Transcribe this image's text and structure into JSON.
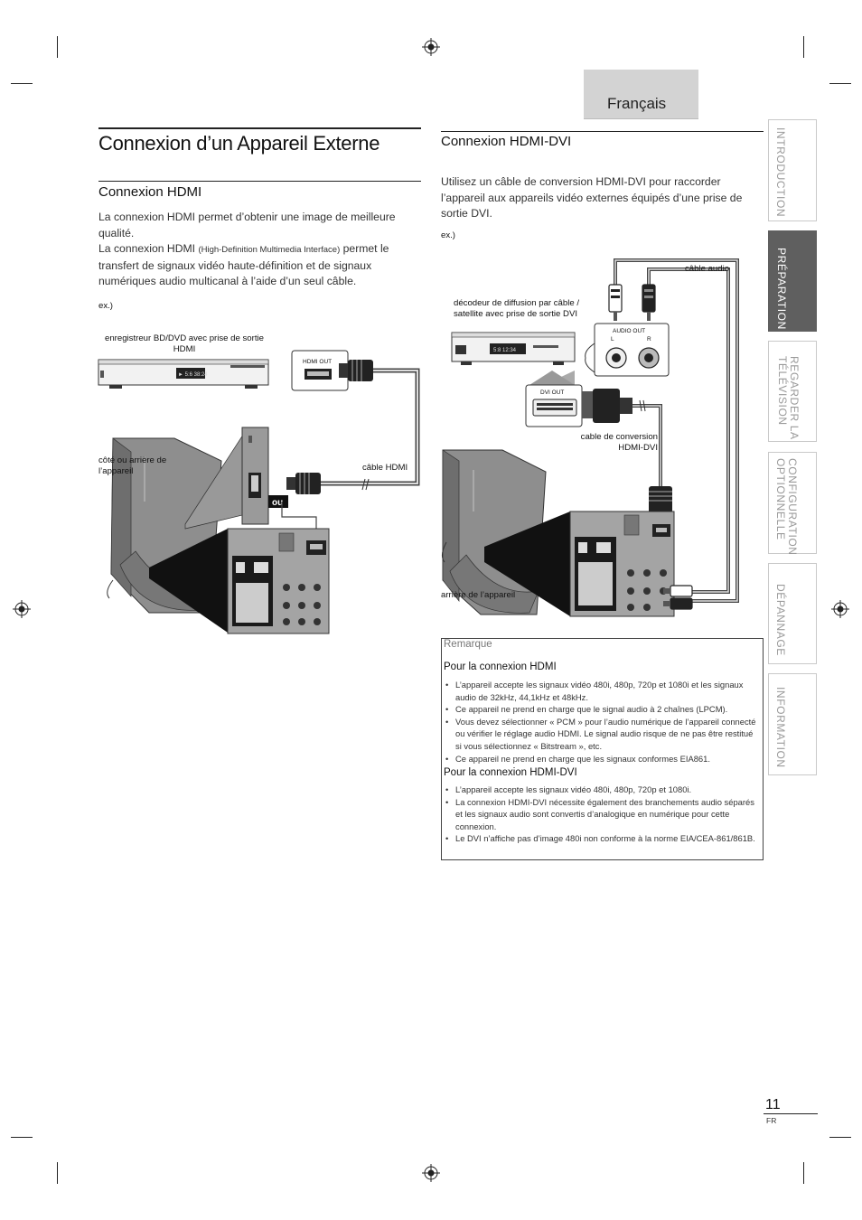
{
  "language_tab": "Français",
  "title": "Connexion d’un Appareil Externe",
  "hdmi": {
    "heading": "Connexion HDMI",
    "p1": "La connexion HDMI permet d’obtenir une image de meilleure qualité.",
    "p2_pre": "La connexion HDMI",
    "p2_small": "(High-Definition Multimedia Interface)",
    "p2_post": "permet le transfert de signaux vidéo haute-définition et de signaux numériques audio multicanal à l’aide d’un seul câble.",
    "ex": "ex.)",
    "label_recorder": "enregistreur BD/DVD avec prise de sortie HDMI",
    "label_hdmi_out": "HDMI OUT",
    "label_side": "côté ou arrière de l’appareil",
    "label_cable": "câble HDMI",
    "label_ou": "ou",
    "display_readout": "► 5:6 38:24"
  },
  "hdmi_dvi": {
    "heading": "Connexion HDMI-DVI",
    "para": "Utilisez un câble de conversion HDMI-DVI pour raccorder l’appareil aux appareils vidéo externes équipés d’une prise de sortie DVI.",
    "ex": "ex.)",
    "label_decoder": "décodeur de diffusion par câble / satellite avec prise de sortie DVI",
    "label_audio_cable": "câble audio",
    "label_audio_out": "AUDIO OUT",
    "label_l": "L",
    "label_r": "R",
    "label_dvi_out": "DVI OUT",
    "label_conv_cable": "cable de conversion HDMI-DVI",
    "label_rear": "arrière de l’appareil",
    "display_readout": "5:8  12:34"
  },
  "note": {
    "title": "Remarque",
    "sub1": "Pour la connexion HDMI",
    "items1": [
      "L’appareil accepte les signaux vidéo 480i, 480p, 720p et 1080i et les signaux audio de 32kHz, 44,1kHz et 48kHz.",
      "Ce appareil ne prend en charge que le signal audio à 2 chaînes (LPCM).",
      "Vous devez sélectionner « PCM » pour l’audio numérique de l’appareil connecté ou vérifier le réglage audio HDMI. Le signal audio risque de ne pas être restitué si vous sélectionnez « Bitstream », etc.",
      "Ce appareil ne prend en charge que les signaux conformes EIA861."
    ],
    "sub2": "Pour la connexion HDMI-DVI",
    "items2": [
      "L’appareil accepte les signaux vidéo 480i, 480p, 720p et 1080i.",
      "La connexion HDMI-DVI nécessite également des branchements audio séparés et les signaux audio sont convertis d’analogique en numérique pour cette connexion.",
      "Le DVI n’affiche pas d’image 480i non conforme à la norme EIA/CEA-861/861B."
    ]
  },
  "side_tabs": [
    {
      "label": "INTRODUCTION",
      "active": false
    },
    {
      "label": "PRÉPARATION",
      "active": true
    },
    {
      "label": "REGARDER LA\nTÉLÉVISION",
      "active": false
    },
    {
      "label": "CONFIGURATION\nOPTIONNELLE",
      "active": false
    },
    {
      "label": "DÉPANNAGE",
      "active": false
    },
    {
      "label": "INFORMATION",
      "active": false
    }
  ],
  "page_number": "11",
  "page_lang": "FR"
}
